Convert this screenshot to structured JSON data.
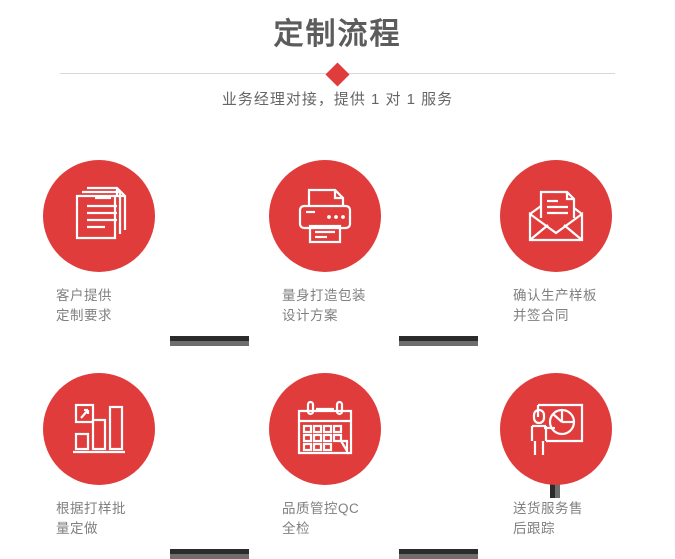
{
  "header": {
    "title": "定制流程",
    "subtitle": "业务经理对接，提供 1 对 1 服务",
    "diamond_color": "#e03c3c",
    "divider_color": "#d8d8d8"
  },
  "theme": {
    "accent": "#e03c3c",
    "title_color": "#5c5c5c",
    "label_color": "#808080",
    "connector_dark": "#2b2b2b",
    "connector_light": "#6e6e6e",
    "background": "#ffffff"
  },
  "flow": {
    "steps": [
      {
        "icon": "documents-stack-icon",
        "label": "客户提供\n定制要求"
      },
      {
        "icon": "printer-icon",
        "label": "量身打造包装\n设计方案"
      },
      {
        "icon": "envelope-document-icon",
        "label": "确认生产样板\n并签合同"
      },
      {
        "icon": "bar-chart-growth-icon",
        "label": "根据打样批\n量定做"
      },
      {
        "icon": "calendar-icon",
        "label": "品质管控QC\n全检"
      },
      {
        "icon": "presenter-chart-icon",
        "label": "送货服务售\n后跟踪"
      }
    ],
    "connectors": [
      {
        "name": "connector-step1-step2",
        "orientation": "horizontal"
      },
      {
        "name": "connector-step2-step3",
        "orientation": "horizontal"
      },
      {
        "name": "connector-step3-step6",
        "orientation": "vertical"
      },
      {
        "name": "connector-step4-step5",
        "orientation": "horizontal"
      },
      {
        "name": "connector-step5-step6",
        "orientation": "horizontal"
      }
    ]
  }
}
